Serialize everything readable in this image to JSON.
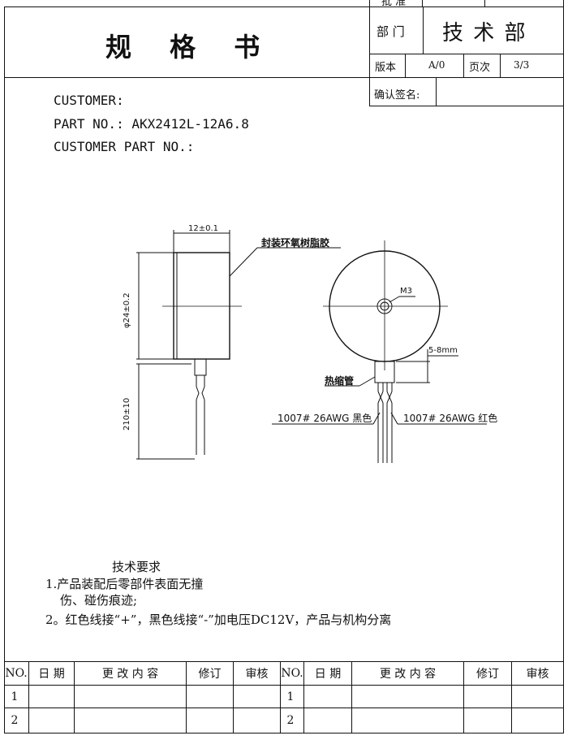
{
  "header": {
    "title": "规 格 书",
    "top_cut_label": "批 准",
    "dept_label": "部 门",
    "dept_value": "技 术 部",
    "version_label": "版本",
    "version_value": "A/0",
    "page_label": "页次",
    "page_value": "3/3",
    "confirm_label": "确认签名:"
  },
  "info": {
    "customer": "CUSTOMER:",
    "part_no": "PART NO.: AKX2412L-12A6.8",
    "customer_part_no": "CUSTOMER PART NO.:"
  },
  "drawing": {
    "dim_length": "12±0.1",
    "dim_diameter": "φ24±0.2",
    "dim_wire": "210±10",
    "epoxy_label": "封装环氧树脂胶",
    "thread_label": "M3",
    "gap_label": "5-8mm",
    "shrink_label": "热缩管",
    "wire_black": "1007# 26AWG 黑色",
    "wire_red": "1007# 26AWG 红色"
  },
  "requirements": {
    "title": "技术要求",
    "item1_line1": "1.产品装配后零部件表面无撞",
    "item1_line2": "伤、碰伤痕迹;",
    "item2": "2。红色线接“+”，黑色线接“-”加电压DC12V，产品与机构分离"
  },
  "revision_table": {
    "headers": [
      "NO.",
      "日 期",
      "更 改 内 容",
      "修订",
      "审核",
      "NO.",
      "日 期",
      "更 改 内 容",
      "修订",
      "审核"
    ],
    "row_numbers": [
      "1",
      "2"
    ]
  }
}
